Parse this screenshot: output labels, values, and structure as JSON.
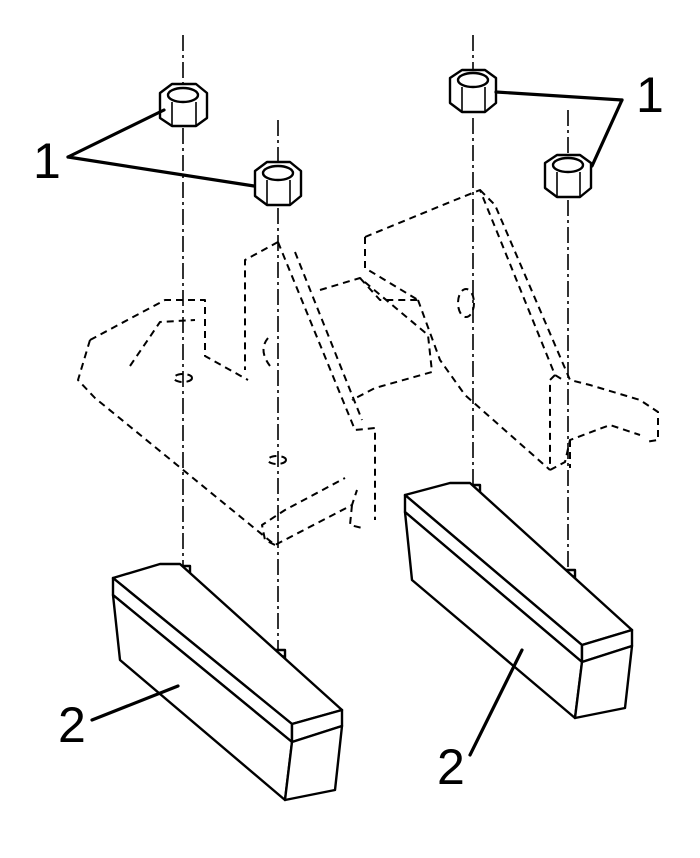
{
  "callouts": {
    "nut_left": "1",
    "nut_right": "1",
    "block_left": "2",
    "block_right": "2"
  },
  "colors": {
    "line": "#000000",
    "background": "#ffffff"
  }
}
